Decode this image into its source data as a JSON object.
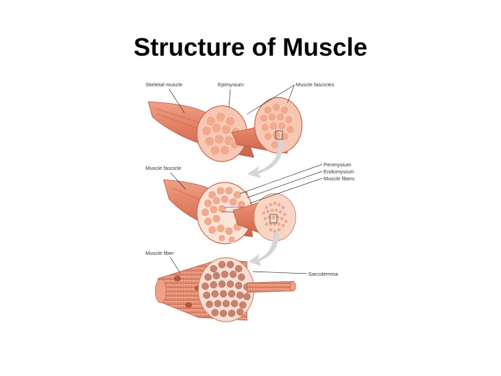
{
  "slide": {
    "title": "Structure of Muscle"
  },
  "figure": {
    "labels": {
      "skeletal_muscle": "Skeletal muscle",
      "epimysium": "Epimysium",
      "muscle_fascicles": "Muscle fascicles",
      "muscle_fascicle": "Muscle fascicle",
      "perimysium": "Perimysium",
      "endomysium": "Endomysium",
      "muscle_fibers": "Muscle fibers",
      "muscle_fiber": "Muscle fiber",
      "sarcolemma": "Sarcolemma"
    },
    "colors": {
      "muscle": "#e8876b",
      "muscle_dark": "#c9644a",
      "muscle_light": "#f6c7b3",
      "tissue_bg": "#fbe3d6",
      "fiber_cell": "#f3a98d",
      "myofibril": "#c8826f",
      "arrow": "#d6d6d6"
    }
  }
}
